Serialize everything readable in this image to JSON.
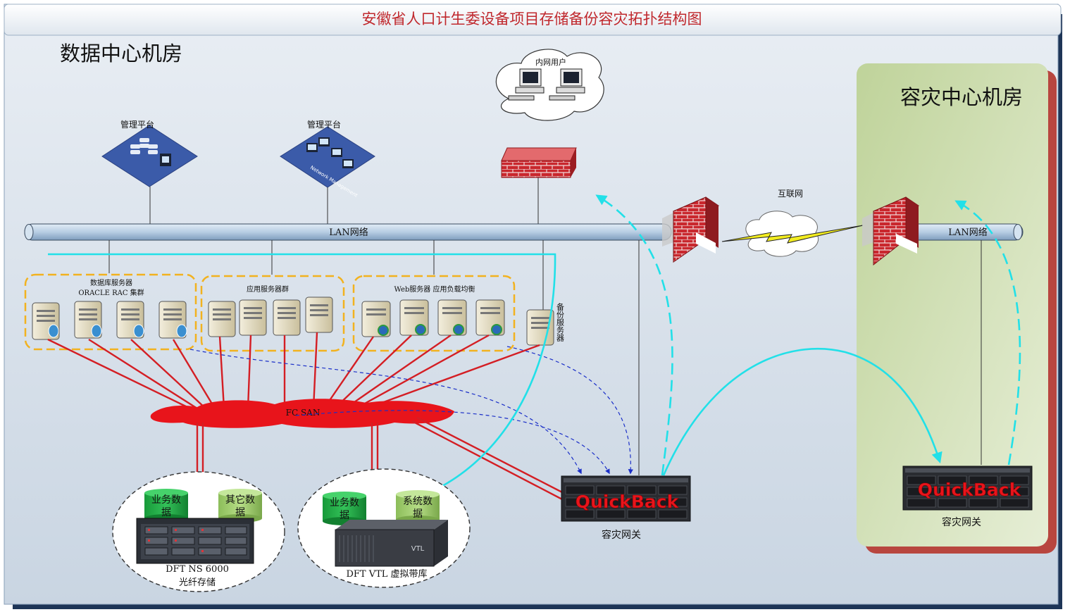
{
  "title": "安徽省人口计生委设备项目存储备份容灾拓扑结构图",
  "left_room": "数据中心机房",
  "right_room": "容灾中心机房",
  "mgmt_left": "管理平台",
  "mgmt_right": "管理平台",
  "network_management": "Network Management",
  "intranet_users": "内网用户",
  "internet": "互联网",
  "lan_left": "LAN网络",
  "lan_right": "LAN网络",
  "db_group_line1": "数据库服务器",
  "db_group_line2": "ORACLE RAC 集群",
  "app_group": "应用服务器群",
  "web_group": "Web服务器 应用负载均衡",
  "backup_server": "备份服务器",
  "fc_san": "FC SAN",
  "storage1_db1": "业务数据",
  "storage1_db2": "其它数据",
  "storage1_name": "DFT NS 6000",
  "storage1_sub": "光纤存储",
  "storage2_db1": "业务数据",
  "storage2_db2": "系统数据",
  "storage2_name": "DFT VTL 虚拟带库",
  "vtl_brand": "VTL",
  "quickback": "QuickBack",
  "gateway_left": "容灾网关",
  "gateway_right": "容灾网关",
  "colors": {
    "title": "#c0282d",
    "lan_pipe": "#b7cde3",
    "san_cloud": "#e8141b",
    "fc_link": "#d41e24",
    "replication": "#22e0e8",
    "dashed_backup": "#1b2fc8",
    "group_border": "#f2b21f",
    "right_panel": "#c9dba6",
    "right_shadow": "#b8463f"
  }
}
